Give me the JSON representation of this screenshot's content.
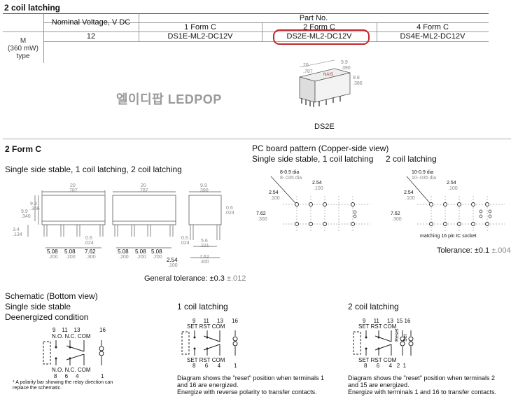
{
  "section_title": "2 coil latching",
  "table": {
    "part_no_header": "Part No.",
    "nominal_voltage_header": "Nominal Voltage, V DC",
    "form_headers": [
      "1 Form C",
      "2 Form C",
      "4 Form C"
    ],
    "row_label_lines": [
      "M",
      "(360 mW)",
      "type"
    ],
    "voltage": "12",
    "parts": [
      "DS1E-ML2-DC12V",
      "DS2E-ML2-DC12V",
      "DS4E-ML2-DC12V"
    ],
    "highlighted_part_index": 1,
    "highlight_color": "#c0282d"
  },
  "watermark": "엘이디팝 LEDPOP",
  "product_image": {
    "label": "DS2E",
    "dim_width": "20",
    "dim_width_in": ".787",
    "dim_depth": "9.9",
    "dim_depth_in": ".390",
    "dim_height": "9.8",
    "dim_height_in": ".386"
  },
  "form_section": {
    "title": "2 Form C",
    "subtitle": "Single side stable, 1 coil latching, 2 coil latching",
    "dims": {
      "len": "20",
      "len_in": ".787",
      "h_a": "9.9",
      "h_a_in": ".340",
      "h_b": "9.3",
      "h_b_in": ".366",
      "pin": "3.4",
      "pin_in": ".134",
      "p1": "5.08",
      "p1_in": ".200",
      "p2": "5.08",
      "p2_in": ".200",
      "p3": "7.62",
      "p3_in": ".300",
      "w06": "0.6",
      "w06_in": ".024",
      "side_w": "9.9",
      "side_w_in": ".390",
      "side_06": "0.6",
      "side_06_in": ".024",
      "d56": "5.6",
      "d56_in": ".221",
      "d762": "7.62",
      "d762_in": ".300",
      "d254": "2.54",
      "d254_in": ".100"
    },
    "tolerance": "General tolerance: ±0.3",
    "tolerance_in": "±.012"
  },
  "pcb_section": {
    "title": "PC board pattern (Copper-side view)",
    "sub_left": "Single side stable, 1 coil latching",
    "sub_right": "2 coil latching",
    "left": {
      "dia": "8-0.9 dia",
      "dia_in": "8-.035 dia",
      "pitch": "2.54",
      "pitch_in": ".100",
      "row": "7.62",
      "row_in": ".300"
    },
    "right": {
      "dia": "10-0.9 dia",
      "dia_in": "10-.035 dia",
      "pitch": "2.54",
      "pitch_in": ".100",
      "row": "7.62",
      "row_in": ".300",
      "note": "matching 16 pin IC socket"
    },
    "tolerance": "Tolerance: ±0.1",
    "tolerance_in": "±.004"
  },
  "schematic": {
    "title": "Schematic (Bottom view)",
    "line2": "Single side stable",
    "line3": "Deenergized condition",
    "note_left": "* A polarity bar showing the relay direction can replace the schematic.",
    "coil1": {
      "title": "1 coil latching",
      "desc": [
        "Diagram shows the \"reset\" position when terminals 1",
        "and 16 are energized.",
        "Energize with reverse polarity to transfer contacts."
      ]
    },
    "coil2": {
      "title": "2 coil latching",
      "desc": [
        "Diagram shows the \"reset\" position when terminals 2",
        "and 15 are energized.",
        "Energize with terminals 1 and 16 to transfer contacts."
      ]
    },
    "pins_top": [
      "9",
      "11",
      "13",
      "16"
    ],
    "pins_bottom": [
      "8",
      "6",
      "4",
      "1"
    ],
    "pins_top_2": [
      "9",
      "11",
      "13",
      "15",
      "16"
    ],
    "pins_bottom_2": [
      "8",
      "6",
      "4",
      "2",
      "1"
    ],
    "labels_ss_top": "N.O. N.C. COM",
    "labels_ss_bot": "N.O. N.C. COM",
    "labels_l_top": "SET RST COM",
    "labels_l_bot": "SET RST COM",
    "reset_label": "Reset",
    "set_label": "Set"
  }
}
